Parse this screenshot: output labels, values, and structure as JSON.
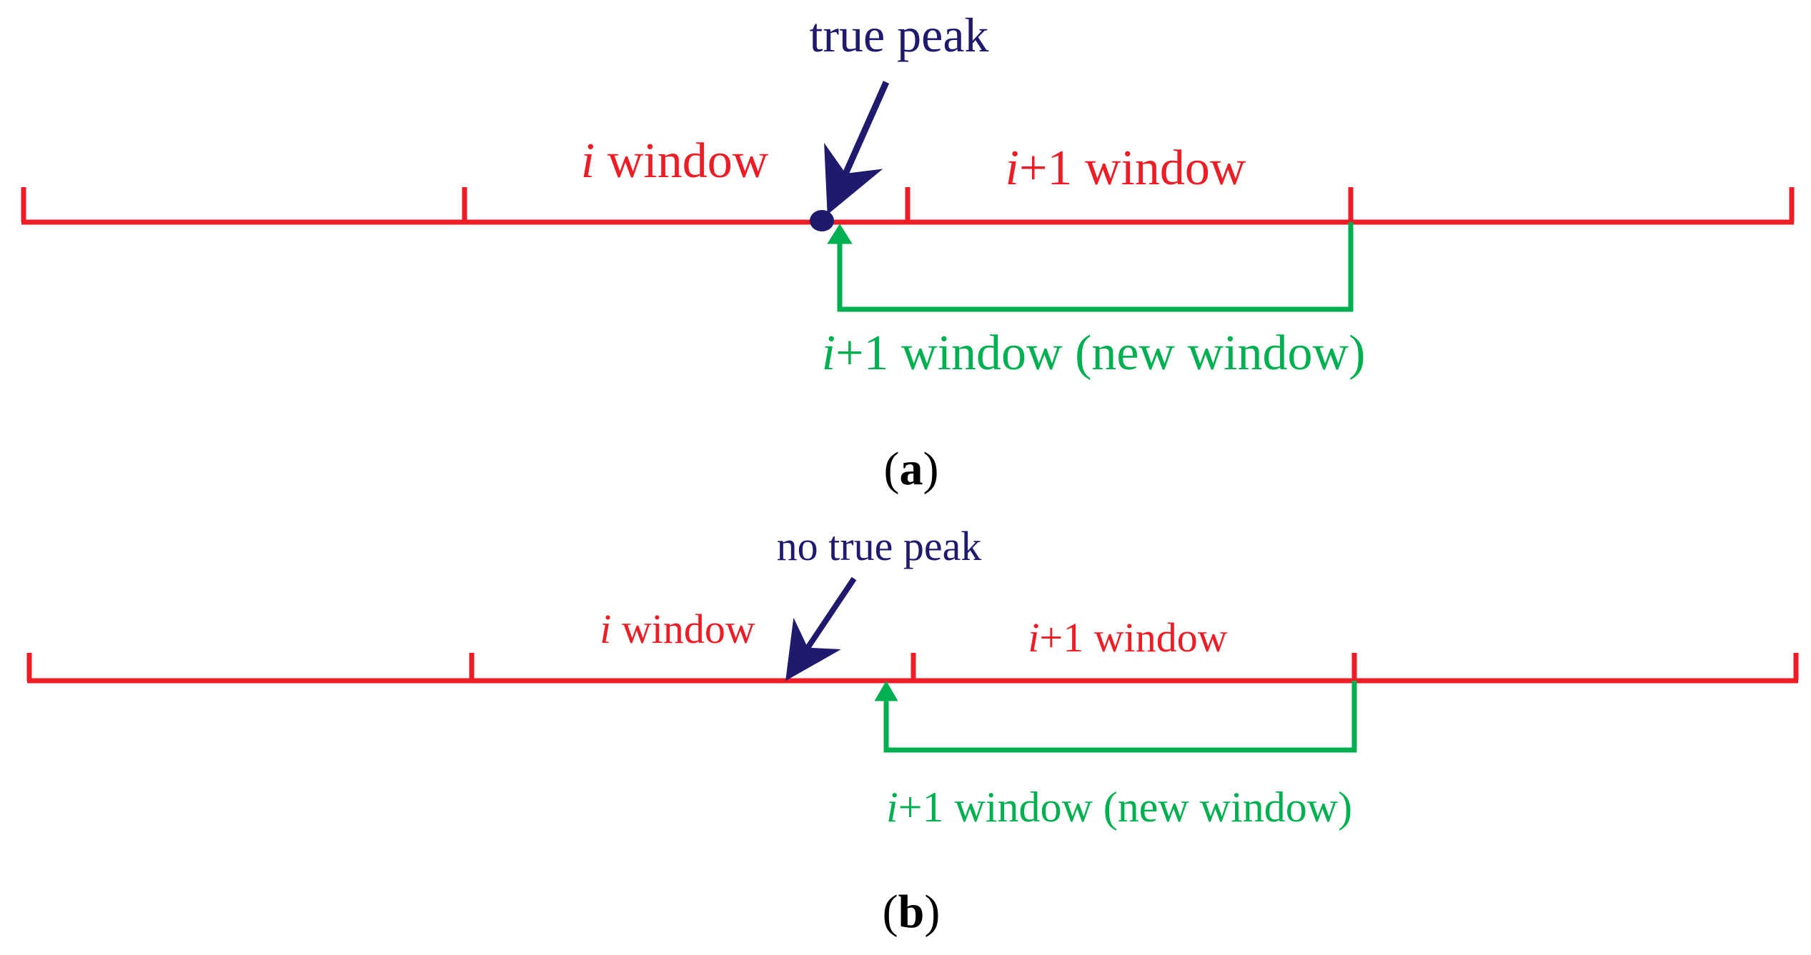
{
  "colors": {
    "timeline": "#ee1c25",
    "new_window": "#00b050",
    "peak": "#1f1a6e",
    "caption": "#000000"
  },
  "panel_a": {
    "peak_label": "true peak",
    "i_window": {
      "italic": "i",
      "rest": " window"
    },
    "ip1_window": {
      "italic": "i",
      "rest": "+1 window"
    },
    "new_window": {
      "italic": "i",
      "rest": "+1 window (new window)"
    },
    "caption": {
      "open": "(",
      "letter": "a",
      "close": ")"
    }
  },
  "panel_b": {
    "peak_label": "no true peak",
    "i_window": {
      "italic": "i",
      "rest": " window"
    },
    "ip1_window": {
      "italic": "i",
      "rest": "+1 window"
    },
    "new_window": {
      "italic": "i",
      "rest": "+1 window (new window)"
    },
    "caption": {
      "open": "(",
      "letter": "b",
      "close": ")"
    }
  }
}
